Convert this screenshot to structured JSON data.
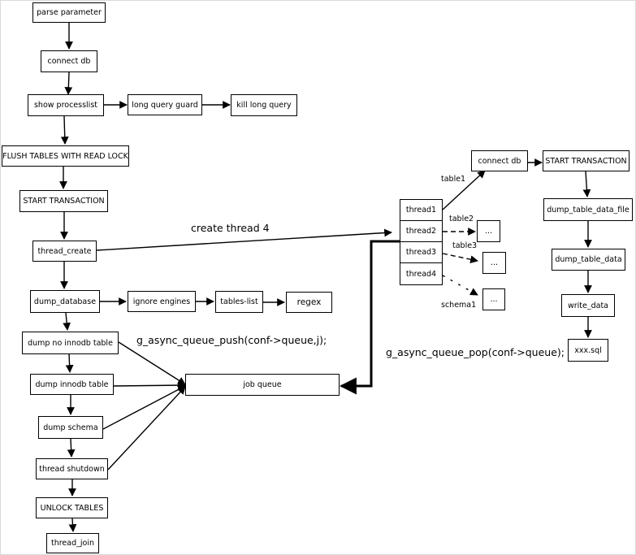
{
  "nodes": {
    "parse_parameter": "parse parameter",
    "connect_db": "connect db",
    "show_processlist": "show processlist",
    "long_query_guard": "long query guard",
    "kill_long_query": "kill long query",
    "flush_tables": "FLUSH TABLES WITH READ LOCK",
    "start_transaction": "START TRANSACTION",
    "thread_create": "thread_create",
    "dump_database": "dump_database",
    "ignore_engines": "ignore engines",
    "tables_list": "tables-list",
    "regex": "regex",
    "dump_no_innodb": "dump no innodb table",
    "dump_innodb": "dump innodb table",
    "dump_schema": "dump schema",
    "thread_shutdown": "thread shutdown",
    "unlock_tables": "UNLOCK TABLES",
    "thread_join": "thread_join",
    "job_queue": "job queue",
    "thread1": "thread1",
    "thread2": "thread2",
    "thread3": "thread3",
    "thread4": "thread4",
    "ellipsis": "...",
    "connect_db_right": "connect db",
    "start_transaction_right": "START TRANSACTION",
    "dump_table_data_file": "dump_table_data_file",
    "dump_table_data": "dump_table_data",
    "write_data": "write_data",
    "xxx_sql": "xxx.sql"
  },
  "labels": {
    "create_thread": "create thread 4",
    "queue_push": "g_async_queue_push(conf->queue,j);",
    "queue_pop": "g_async_queue_pop(conf->queue);",
    "table1": "table1",
    "table2": "table2",
    "table3": "table3",
    "schema1": "schema1"
  }
}
